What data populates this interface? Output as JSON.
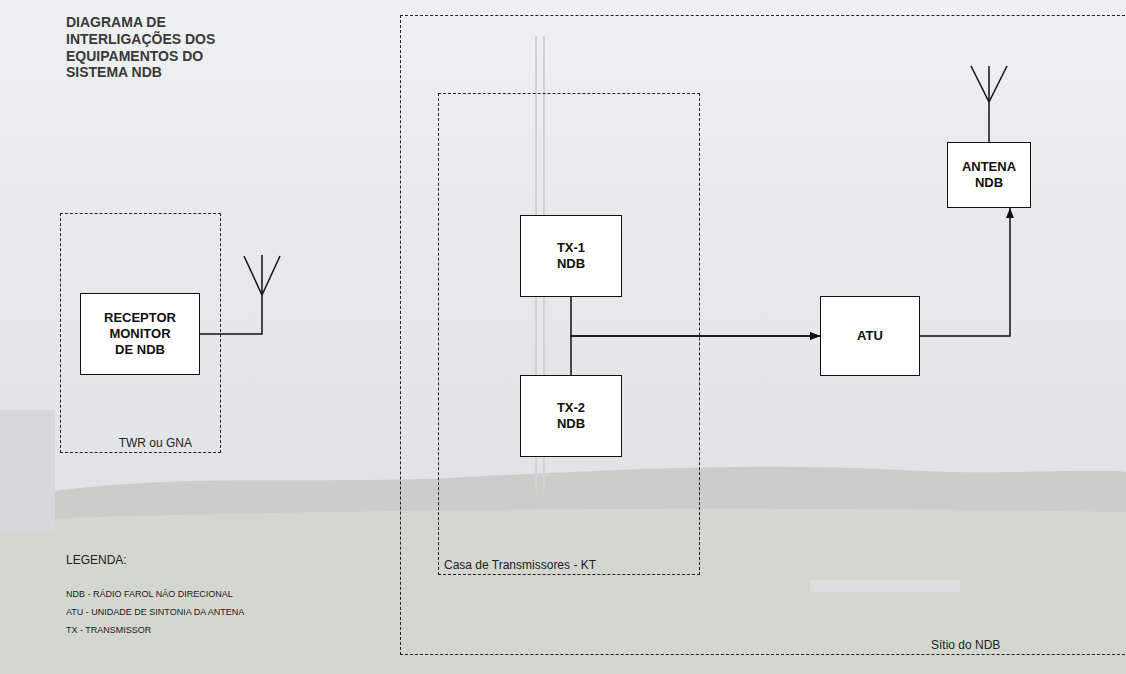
{
  "diagram": {
    "title": "DIAGRAMA DE INTERLIGAÇÕES DOS EQUIPAMENTOS DO SISTEMA NDB",
    "nodes": [
      {
        "text": [
          "TWR ou GNA"
        ]
      },
      {
        "text": [
          "RECEPTOR MONITOR DE NDB"
        ],
        "in": 0
      },
      {
        "text": [
          "Sítio do NDB"
        ]
      },
      {
        "text": [
          "Casa de Transmissores - KT"
        ],
        "in": 2
      },
      {
        "text": [
          "TX-1 NDB"
        ],
        "in": 3
      },
      {
        "text": [
          "TX-2 NDB"
        ],
        "in": 3
      },
      {
        "text": [
          "ATU"
        ],
        "in": 2
      },
      {
        "text": [
          "ANTENA NDB"
        ],
        "in": 2
      }
    ],
    "edges": [
      {
        "from": 4,
        "to": 6,
        "arrow": "to"
      },
      {
        "from": 5,
        "to": 6,
        "arrow": "to"
      },
      {
        "from": 6,
        "to": 7,
        "arrow": "to"
      }
    ],
    "labels": [
      "LEGENDA:"
    ],
    "legend": [
      {
        "text": "NDB - RÁDIO FAROL NÃO DIRECIONAL"
      },
      {
        "text": "ATU - UNIDADE DE SINTONIA DA ANTENA"
      },
      {
        "text": "TX - TRANSMISSOR"
      }
    ]
  }
}
